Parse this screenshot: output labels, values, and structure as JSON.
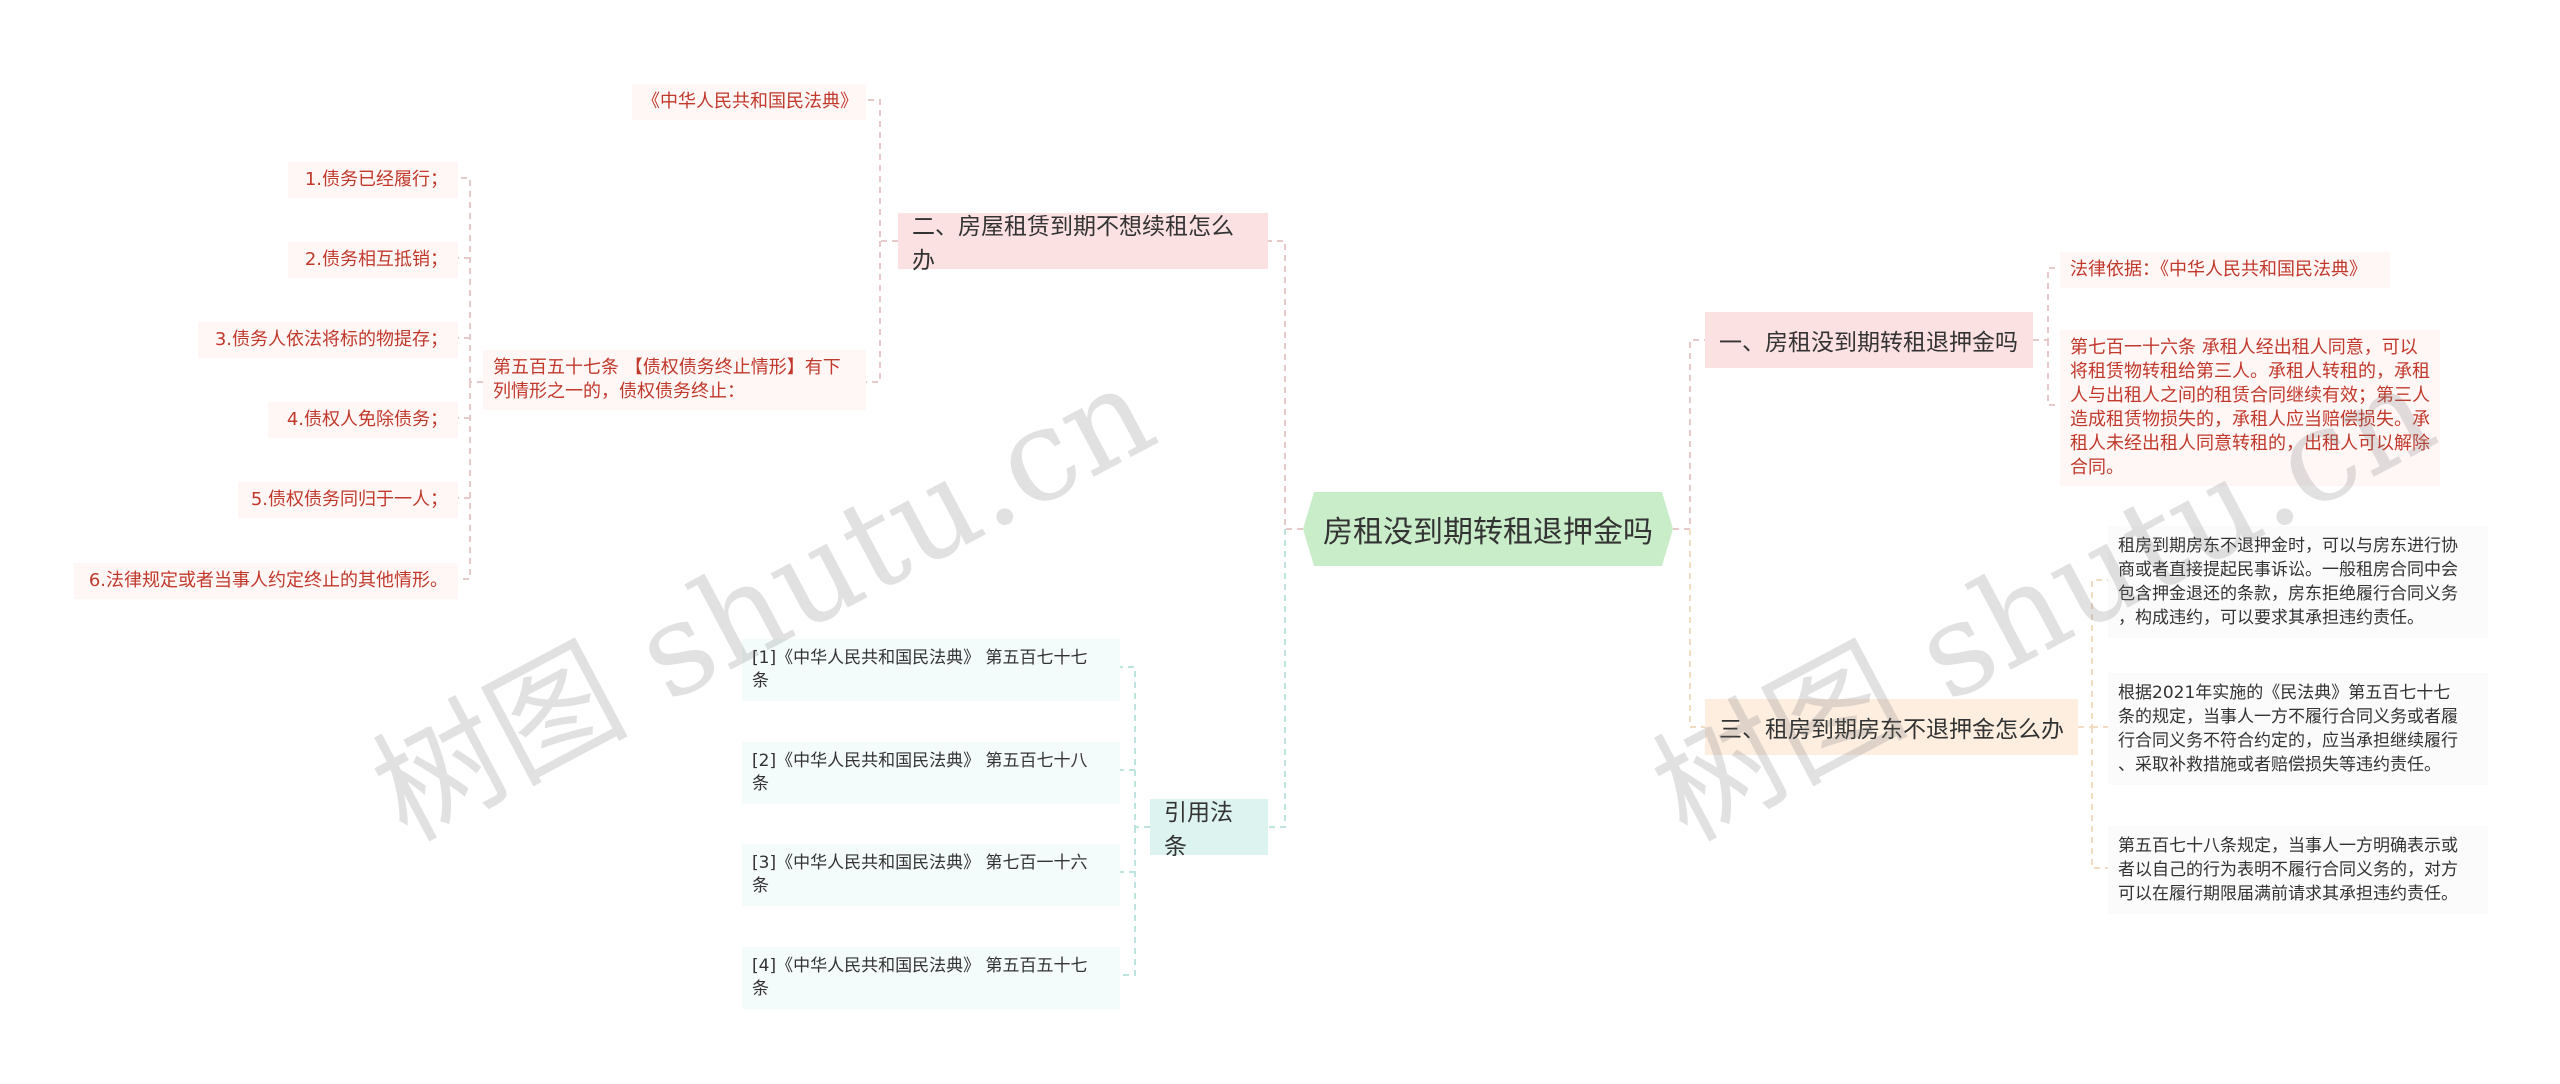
{
  "root": {
    "label": "房租没到期转租退押金吗"
  },
  "branches": {
    "b1": {
      "label": "二、房屋租赁到期不想续租怎么办"
    },
    "b2": {
      "label": "引用法条"
    },
    "b3": {
      "label": "一、房租没到期转租退押金吗"
    },
    "b4": {
      "label": "三、租房到期房东不退押金怎么办"
    }
  },
  "b1_leaves": {
    "code": "《中华人民共和国民法典》",
    "article": "第五百五十七条 【债权债务终止情形】有下\n列情形之一的，债权债务终止：",
    "items": [
      "1.债务已经履行；",
      "2.债务相互抵销；",
      "3.债务人依法将标的物提存；",
      "4.债权人免除债务；",
      "5.债权债务同归于一人；",
      "6.法律规定或者当事人约定终止的其他情形。"
    ]
  },
  "b2_leaves": [
    "[1]《中华人民共和国民法典》 第五百七十七\n条",
    "[2]《中华人民共和国民法典》 第五百七十八\n条",
    "[3]《中华人民共和国民法典》 第七百一十六\n条",
    "[4]《中华人民共和国民法典》 第五百五十七\n条"
  ],
  "b3_leaves": [
    "法律依据：《中华人民共和国民法典》",
    "第七百一十六条 承租人经出租人同意，可以\n将租赁物转租给第三人。承租人转租的，承租\n人与出租人之间的租赁合同继续有效；第三人\n造成租赁物损失的，承租人应当赔偿损失。承\n租人未经出租人同意转租的，出租人可以解除\n合同。"
  ],
  "b4_leaves": [
    "租房到期房东不退押金时，可以与房东进行协\n商或者直接提起民事诉讼。一般租房合同中会\n包含押金退还的条款，房东拒绝履行合同义务\n，构成违约，可以要求其承担违约责任。",
    "根据2021年实施的《民法典》第五百七十七\n条的规定，当事人一方不履行合同义务或者履\n行合同义务不符合约定的，应当承担继续履行\n、采取补救措施或者赔偿损失等违约责任。",
    "第五百七十八条规定，当事人一方明确表示或\n者以自己的行为表明不履行合同义务的，对方\n可以在履行期限届满前请求其承担违约责任。"
  ],
  "watermarks": [
    "树图 shutu.cn",
    "树图 shutu.cn"
  ],
  "colors": {
    "root_bg": "#c9ecc9",
    "pink_bg": "#fbe1e1",
    "peach_bg": "#fdeee0",
    "mint_bg": "#dcf3f0",
    "red_text": "#c0392b",
    "line": "#e2c7c7"
  }
}
